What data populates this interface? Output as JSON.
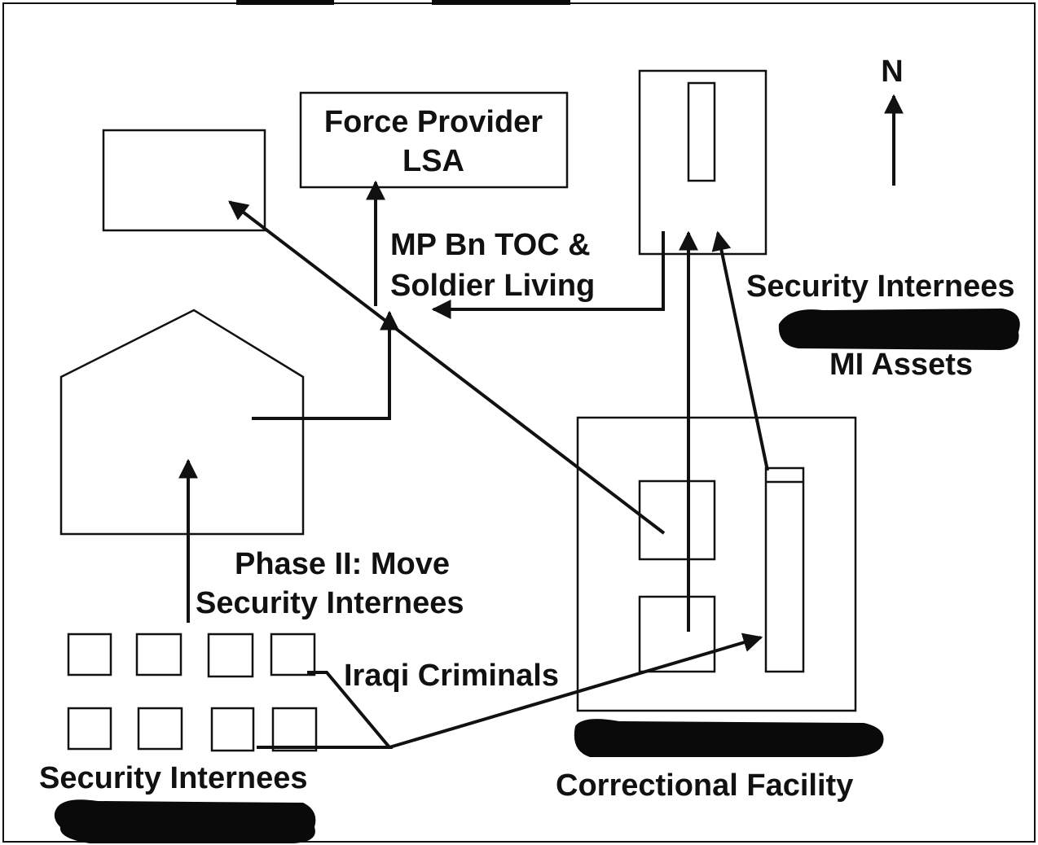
{
  "compass": {
    "label": "N"
  },
  "labels": {
    "force_provider_line1": "Force Provider",
    "force_provider_line2": "LSA",
    "mp_bn_line1": "MP Bn TOC &",
    "mp_bn_line2": "Soldier Living",
    "security_internees_right": "Security Internees",
    "mi_assets": "MI Assets",
    "phase2_line1": "Phase II: Move",
    "phase2_line2": "Security Internees",
    "iraqi_criminals": "Iraqi Criminals",
    "security_internees_bottom": "Security Internees",
    "correctional_facility": "Correctional Facility"
  },
  "colors": {
    "ink": "#111111",
    "background": "#ffffff",
    "redaction": "#0a0a0a"
  }
}
